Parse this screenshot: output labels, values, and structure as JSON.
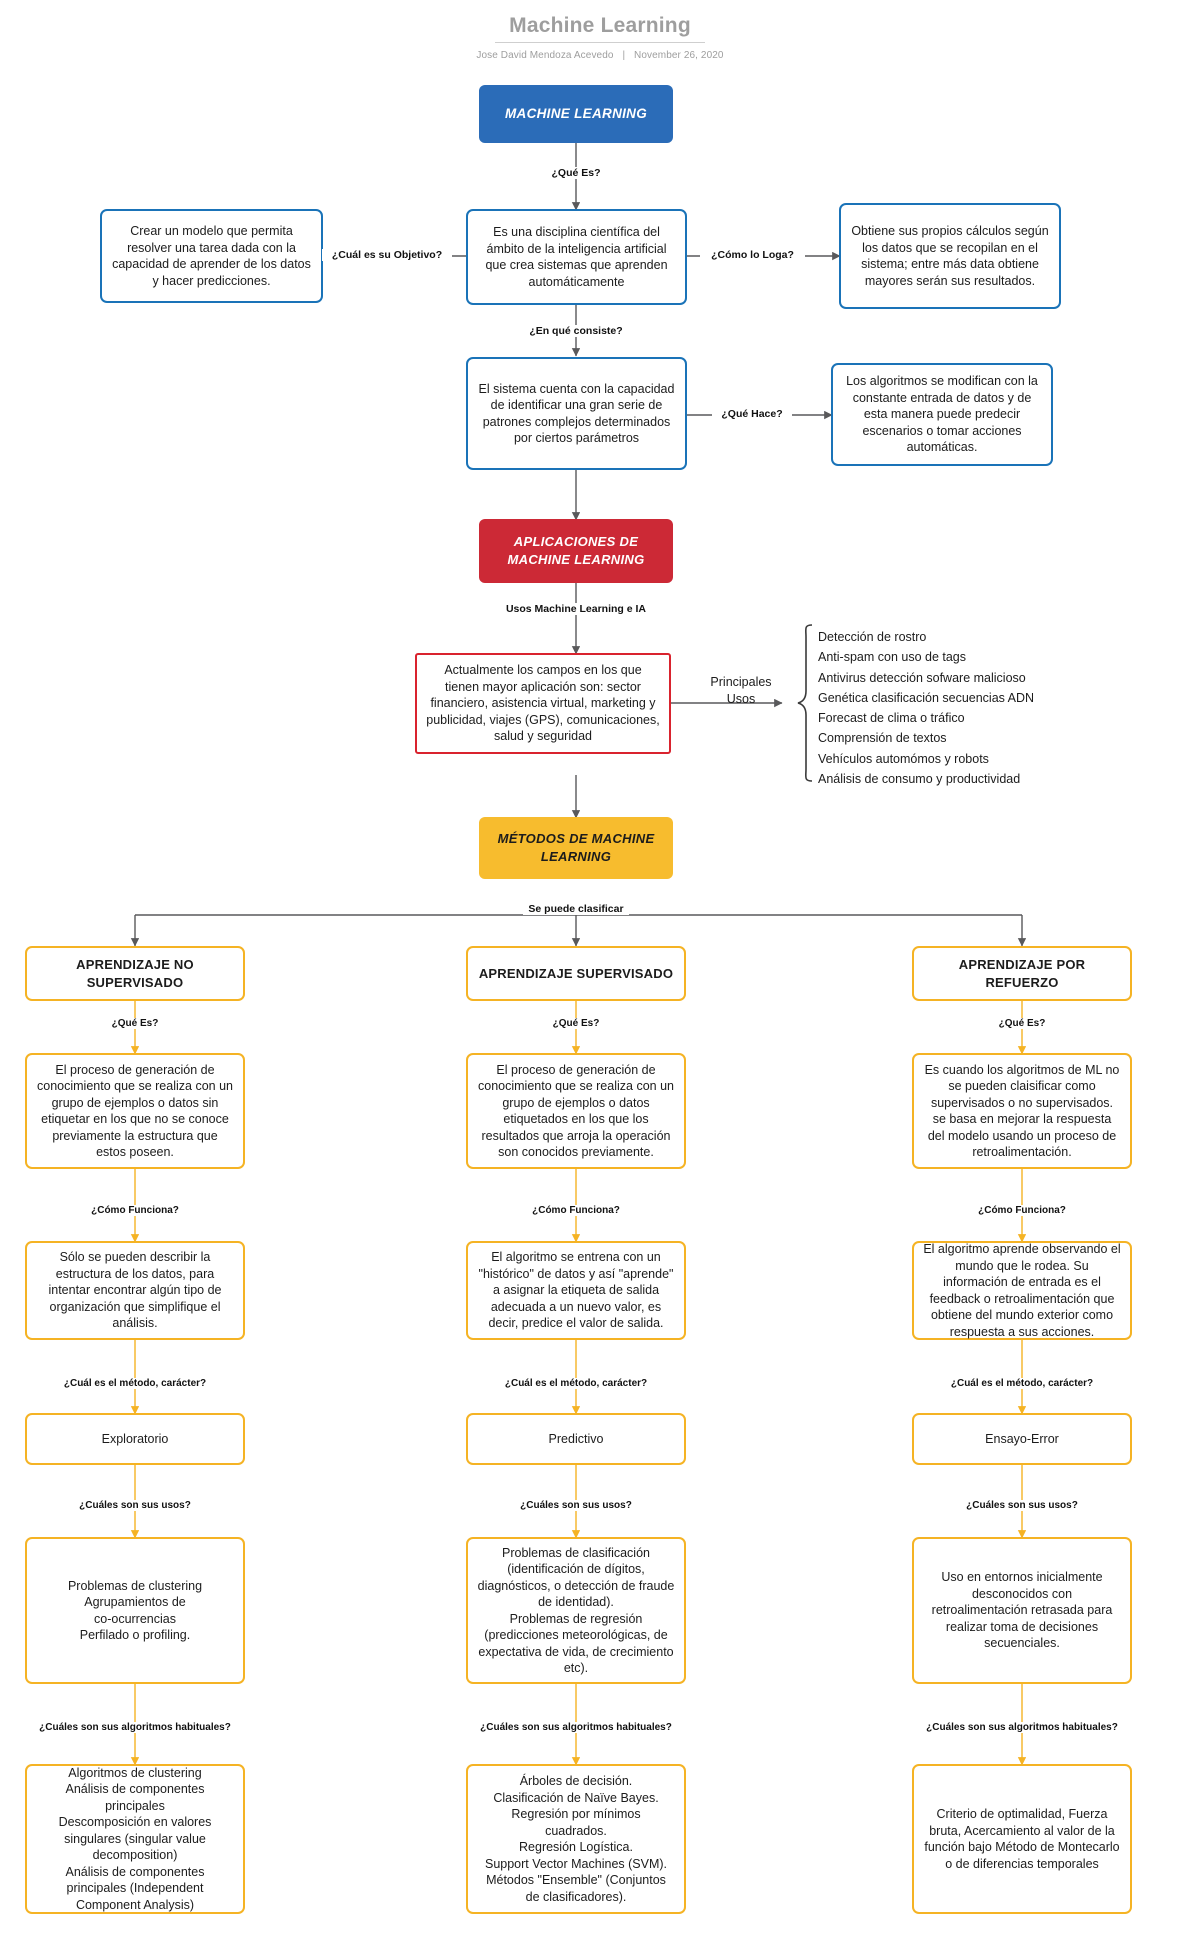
{
  "header": {
    "title": "Machine Learning",
    "author": "Jose David Mendoza Acevedo",
    "separator": "|",
    "date": "November 26, 2020"
  },
  "colors": {
    "blue_fill": "#2b6cb8",
    "blue_outline": "#1a73b8",
    "red_fill": "#cc2936",
    "red_outline": "#d9232e",
    "amber_fill": "#f7bc2e",
    "amber_outline": "#f5b324",
    "connector_gray": "#59595b",
    "text": "#1c1c1c"
  },
  "nodes": {
    "root": "MACHINE LEARNING",
    "definition": "Es una disciplina científica del ámbito de la inteligencia artificial que crea sistemas que aprenden automáticamente",
    "objective": "Crear un modelo que permita resolver una tarea dada con la capacidad de aprender de los datos y hacer predicciones.",
    "how_achieves": "Obtiene sus propios cálculos según los datos que se recopilan en el sistema; entre más data obtiene mayores serán sus resultados.",
    "consists": "El sistema cuenta con la capacidad de identificar una gran serie de patrones complejos determinados por ciertos parámetros",
    "what_does": "Los algoritmos se modifican con la constante entrada de datos y de esta manera puede predecir escenarios o tomar acciones automáticas.",
    "applications_header": "APLICACIONES DE\nMACHINE LEARNING",
    "applications_body": "Actualmente los campos en los que tienen mayor aplicación son: sector financiero, asistencia virtual, marketing y publicidad, viajes (GPS), comunicaciones, salud y  seguridad",
    "methods_header": "MÉTODOS DE MACHINE\nLEARNING"
  },
  "edge_labels": {
    "que_es_root": "¿Qué Es?",
    "cual_objetivo": "¿Cuál es su Objetivo?",
    "como_lo_loga": "¿Cómo lo Loga?",
    "en_que_consiste": "¿En qué consiste?",
    "que_hace": "¿Qué Hace?",
    "usos_ml_ia": "Usos Machine Learning e IA",
    "se_puede_clasificar": "Se puede clasificar",
    "que_es": "¿Qué Es?",
    "como_funciona": "¿Cómo Funciona?",
    "cual_metodo": "¿Cuál es el método, carácter?",
    "cuales_usos": "¿Cuáles son sus usos?",
    "cuales_algoritmos": "¿Cuáles son sus algoritmos habituales?"
  },
  "principal_uses": {
    "label": "Principales\nUsos",
    "items": [
      "Detección de rostro",
      "Anti-spam con uso de tags",
      "Antivirus detección sofware malicioso",
      "Genética clasificación secuencias ADN",
      "Forecast de clima o tráfico",
      "Comprensión de textos",
      "Vehículos automómos y robots",
      "Análisis de consumo y productividad"
    ]
  },
  "columns": [
    {
      "header": "APRENDIZAJE NO\nSUPERVISADO",
      "what_is": "El proceso de generación de conocimiento que se realiza con un grupo de ejemplos o datos sin etiquetar en los que no se conoce previamente la estructura que estos poseen.",
      "how_works": "Sólo  se pueden describir la estructura de los datos, para intentar encontrar algún tipo de organización que simplifique el análisis.",
      "method": "Exploratorio",
      "uses": "Problemas de clustering\nAgrupamientos de\nco-ocurrencias\nPerfilado o profiling.",
      "algorithms": "Algoritmos de clustering\nAnálisis de componentes\nprincipales\nDescomposición en valores\nsingulares (singular value\ndecomposition)\nAnálisis de componentes\nprincipales (Independent\nComponent Analysis)"
    },
    {
      "header": "APRENDIZAJE SUPERVISADO",
      "what_is": "El proceso de generación de conocimiento que se realiza con un grupo de ejemplos o datos etiquetados  en los que los resultados que arroja la operación son conocidos previamente.",
      "how_works": "El algoritmo se entrena con un \"histórico\" de datos y así \"aprende\" a asignar la etiqueta de salida adecuada a un nuevo valor, es decir, predice el valor de salida.",
      "method": "Predictivo",
      "uses": "Problemas de clasificación (identificación de dígitos, diagnósticos, o detección de fraude de identidad).\nProblemas de regresión (predicciones meteorológicas, de expectativa de vida, de crecimiento etc).",
      "algorithms": "Árboles de decisión.\nClasificación de Naïve Bayes.\nRegresión por mínimos\ncuadrados.\nRegresión Logística.\nSupport Vector Machines (SVM).\nMétodos \"Ensemble\" (Conjuntos\nde clasificadores)."
    },
    {
      "header": "APRENDIZAJE POR\nREFUERZO",
      "what_is": "Es cuando los algoritmos de ML no se pueden claisificar como supervisados o no supervisados. se basa en mejorar la respuesta del modelo usando un proceso de retroalimentación.",
      "how_works": "El algoritmo aprende observando el mundo que le rodea. Su información de entrada es el feedback o retroalimentación que obtiene del mundo exterior como respuesta a sus acciones.",
      "method": "Ensayo-Error",
      "uses": "Uso en entornos inicialmente desconocidos con retroalimentación retrasada para realizar toma de decisiones secuenciales.",
      "algorithms": "Criterio de optimalidad, Fuerza bruta, Acercamiento al valor de la función bajo Método de Montecarlo o de diferencias temporales"
    }
  ]
}
